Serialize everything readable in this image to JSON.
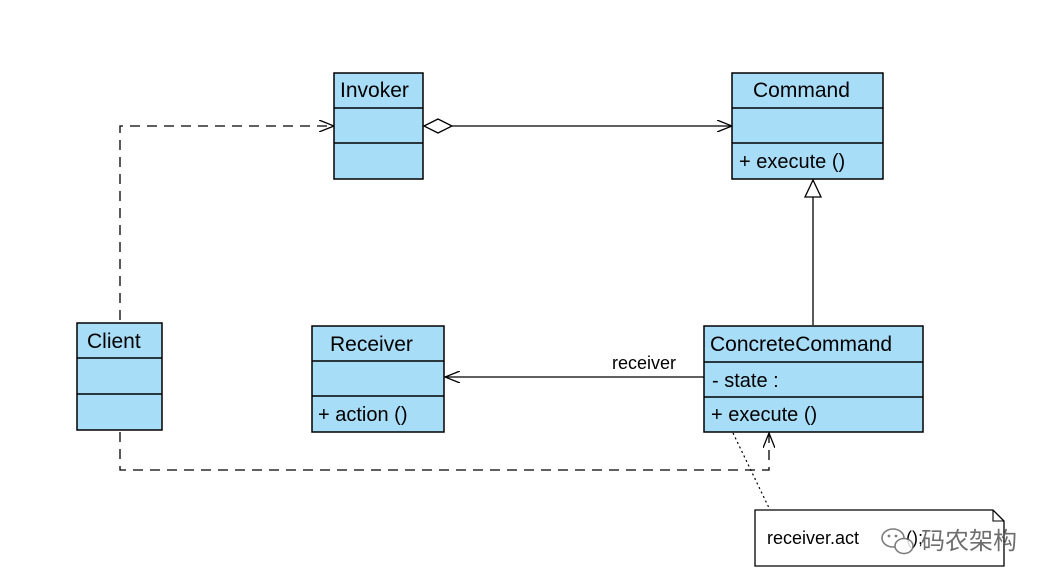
{
  "classes": {
    "invoker": {
      "name": "Invoker",
      "members": []
    },
    "command": {
      "name": "Command",
      "members": [
        "+ execute ()"
      ]
    },
    "client": {
      "name": "Client",
      "members": []
    },
    "receiver": {
      "name": "Receiver",
      "members": [
        "+ action ()"
      ]
    },
    "concrete_command": {
      "name": "ConcreteCommand",
      "members": [
        "- state :",
        "+ execute ()"
      ]
    }
  },
  "relations": {
    "receiver_role": "receiver"
  },
  "note": {
    "text": "receiver.act",
    "text_tail": "();"
  },
  "watermark": {
    "text": "码农架构"
  },
  "colors": {
    "class_fill": "#a8ddf8",
    "line": "#000000"
  }
}
